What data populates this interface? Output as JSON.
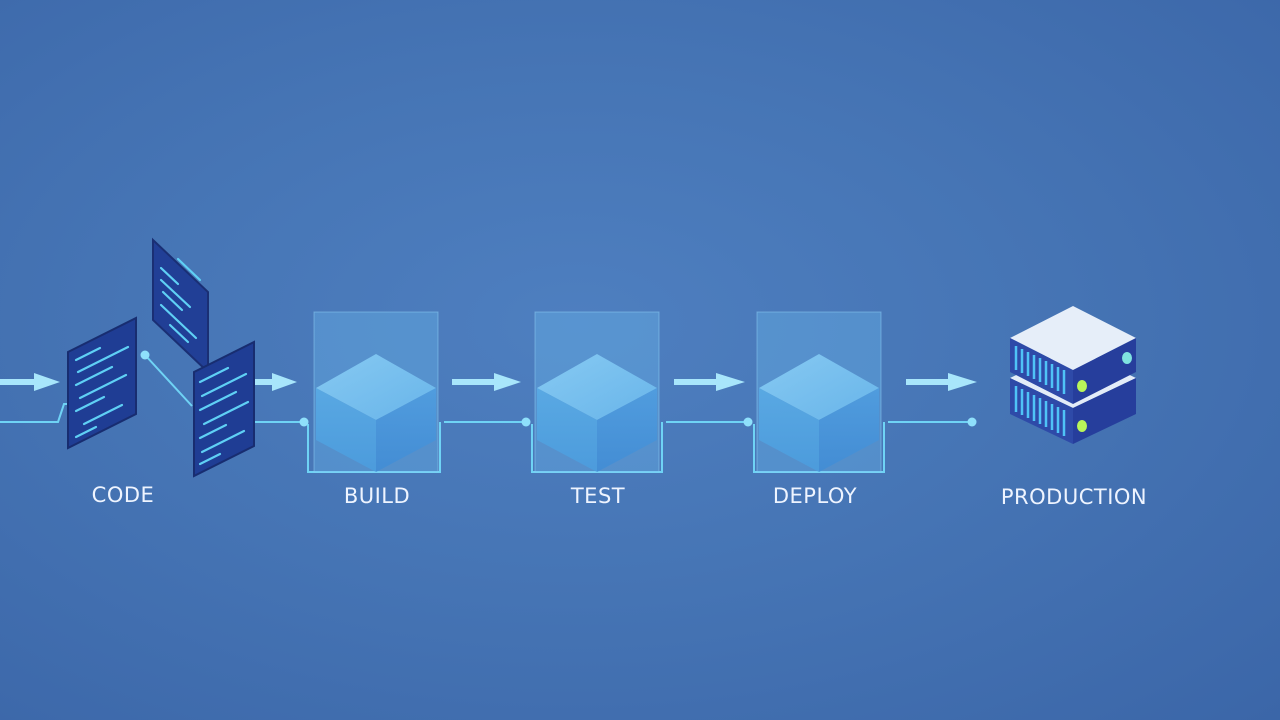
{
  "stages": [
    {
      "label": "CODE",
      "icon": "code-documents-icon"
    },
    {
      "label": "BUILD",
      "icon": "cube-icon"
    },
    {
      "label": "TEST",
      "icon": "cube-icon"
    },
    {
      "label": "DEPLOY",
      "icon": "cube-icon"
    },
    {
      "label": "PRODUCTION",
      "icon": "server-stack-icon"
    }
  ],
  "colors": {
    "background": "#4675b5",
    "arrow": "#a8e6fb",
    "connector": "#6fd3f5",
    "document": "#1e3a8a",
    "code_lines": "#5fd0f5",
    "cube": "#6cbcf0",
    "server_top": "#e3ecf8",
    "server_body": "#263e9c",
    "server_vent": "#4fc3f7",
    "server_led": "#b9f55a"
  }
}
